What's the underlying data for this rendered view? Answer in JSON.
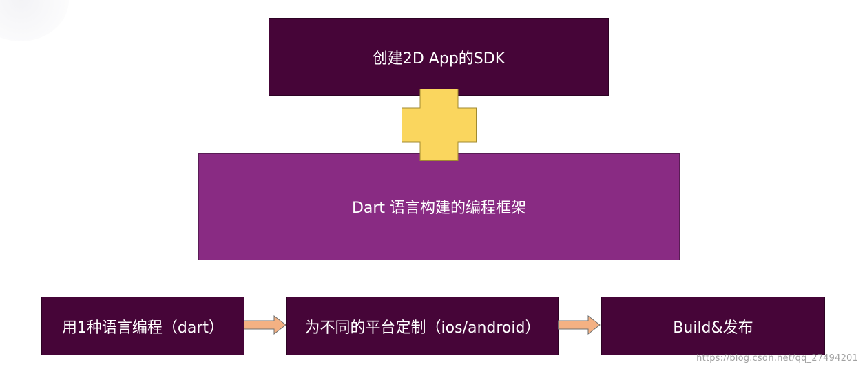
{
  "diagram": {
    "top_box": {
      "label": "创建2D App的SDK"
    },
    "framework_box": {
      "label": "Dart 语言构建的编程框架"
    },
    "steps": [
      {
        "label": "用1种语言编程（dart）"
      },
      {
        "label": "为不同的平台定制（ios/android）"
      },
      {
        "label": "Build&发布"
      }
    ]
  },
  "watermark": "https://blog.csdn.net/qq_27494201",
  "colors": {
    "dark_box": "#460538",
    "framework_box": "#892b83",
    "plus_fill": "#fad65e",
    "plus_stroke": "#a08a30",
    "arrow_fill": "#f4b183",
    "arrow_stroke": "#6e6e6e"
  }
}
